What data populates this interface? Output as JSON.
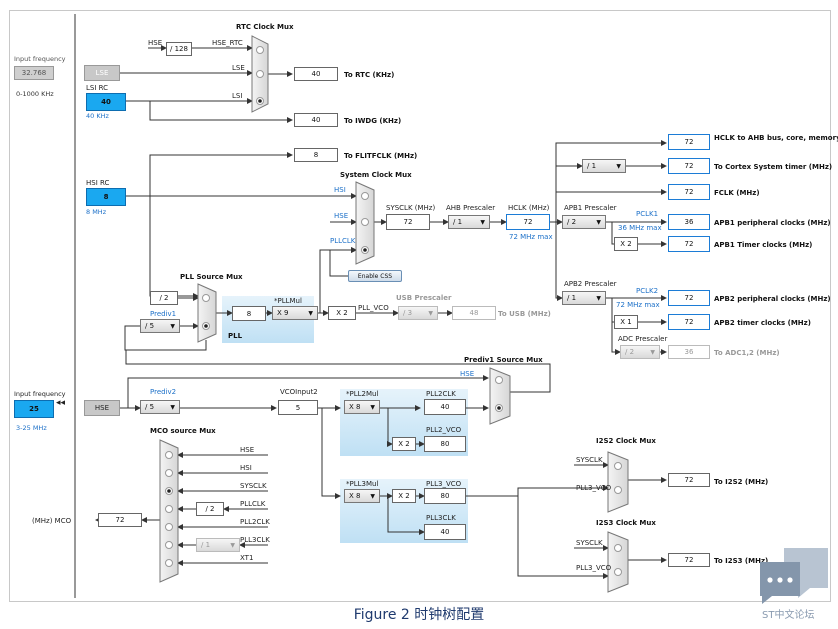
{
  "colors": {
    "accent": "#1c7cd6",
    "source_fill": "#1aa8f0",
    "label_blue": "#1c70c8",
    "pll_bg": "#cce6f6",
    "caption": "#1f3a6e"
  },
  "caption": "Figure 2 时钟树配置",
  "watermark": "ST中文论坛",
  "watermark_icon": "chat-bubble-icon",
  "input_freq": {
    "label": "Input frequency",
    "value": "32.768",
    "range": "0-1000 KHz"
  },
  "lse": {
    "label": "LSE"
  },
  "lsi": {
    "label": "LSI RC",
    "value": "40",
    "freq": "40 KHz"
  },
  "hsi": {
    "label": "HSI RC",
    "value": "8",
    "freq": "8 MHz"
  },
  "hse_input": {
    "label": "Input frequency",
    "value": "25",
    "range": "3-25 MHz"
  },
  "hse": {
    "label": "HSE"
  },
  "rtc": {
    "title": "RTC Clock Mux",
    "div": "/ 128",
    "hse_label": "HSE",
    "hse_rtc": "HSE_RTC",
    "lse": "LSE",
    "lsi": "LSI",
    "value": "40",
    "to": "To RTC (KHz)"
  },
  "iwdg": {
    "value": "40",
    "to": "To IWDG (KHz)"
  },
  "flitf": {
    "value": "8",
    "to": "To FLITFCLK (MHz)"
  },
  "sysmux": {
    "title": "System Clock Mux",
    "hsi": "HSI",
    "hse": "HSE",
    "pllclk": "PLLCLK",
    "css": "Enable CSS"
  },
  "sysclk": {
    "label": "SYSCLK (MHz)",
    "value": "72"
  },
  "ahb": {
    "label": "AHB Prescaler",
    "value": "/ 1"
  },
  "hclk": {
    "label": "HCLK (MHz)",
    "value": "72",
    "max": "72 MHz max"
  },
  "outputs": {
    "hclk_ahb": {
      "value": "72",
      "label": "HCLK to AHB bus, core, memory and DMA (MHz)"
    },
    "cortex": {
      "div": "/ 1",
      "value": "72",
      "label": "To Cortex System timer (MHz)"
    },
    "fclk": {
      "value": "72",
      "label": "FCLK (MHz)"
    }
  },
  "apb1": {
    "label": "APB1 Prescaler",
    "value": "/ 2",
    "pclk": "PCLK1",
    "max": "36 MHz max",
    "periph": "36",
    "periph_label": "APB1 peripheral clocks (MHz)",
    "mult": "X 2",
    "timer": "72",
    "timer_label": "APB1 Timer clocks (MHz)"
  },
  "apb2": {
    "label": "APB2 Prescaler",
    "value": "/ 1",
    "pclk": "PCLK2",
    "max": "72 MHz max",
    "periph": "72",
    "periph_label": "APB2 peripheral clocks (MHz)",
    "mult": "X 1",
    "timer": "72",
    "timer_label": "APB2 timer clocks (MHz)"
  },
  "adc": {
    "label": "ADC Prescaler",
    "value": "/ 2",
    "out": "36",
    "to": "To ADC1,2 (MHz)"
  },
  "pllsrc": {
    "title": "PLL Source Mux",
    "div2": "/ 2",
    "prediv1": "Prediv1",
    "prediv_val": "/ 5"
  },
  "pll": {
    "label": "PLL",
    "value": "8",
    "mul_label": "*PLLMul",
    "mul": "X 9",
    "x2": "X 2",
    "vco": "PLL_VCO"
  },
  "usb": {
    "label": "USB Prescaler",
    "value": "/ 3",
    "out": "48",
    "to": "To USB (MHz)"
  },
  "prediv1src": {
    "title": "Prediv1 Source Mux",
    "hse": "HSE"
  },
  "prediv2": {
    "label": "Prediv2",
    "value": "/ 5"
  },
  "vco2": {
    "label": "VCOInput2",
    "value": "5"
  },
  "pll2": {
    "mul_label": "*PLL2Mul",
    "mul": "X 8",
    "clk_label": "PLL2CLK",
    "clk": "40",
    "vco_label": "PLL2_VCO",
    "vco": "80",
    "x2": "X 2"
  },
  "pll3": {
    "mul_label": "*PLL3Mul",
    "mul": "X 8",
    "vco_label": "PLL3_VCO",
    "vco": "80",
    "clk_label": "PLL3CLK",
    "clk": "40",
    "x2": "X 2"
  },
  "mco": {
    "title": "MCO source Mux",
    "sources": [
      "HSE",
      "HSI",
      "SYSCLK",
      "PLLCLK",
      "PLL2CLK",
      "PLL3CLK",
      "XT1"
    ],
    "div2": "/ 2",
    "div1": "/ 1",
    "value": "72",
    "label": "(MHz) MCO"
  },
  "i2s2": {
    "title": "I2S2 Clock Mux",
    "sysclk": "SYSCLK",
    "vco": "PLL3_VCO",
    "value": "72",
    "to": "To I2S2 (MHz)"
  },
  "i2s3": {
    "title": "I2S3 Clock Mux",
    "sysclk": "SYSCLK",
    "vco": "PLL3_VCO",
    "value": "72",
    "to": "To I2S3 (MHz)"
  }
}
